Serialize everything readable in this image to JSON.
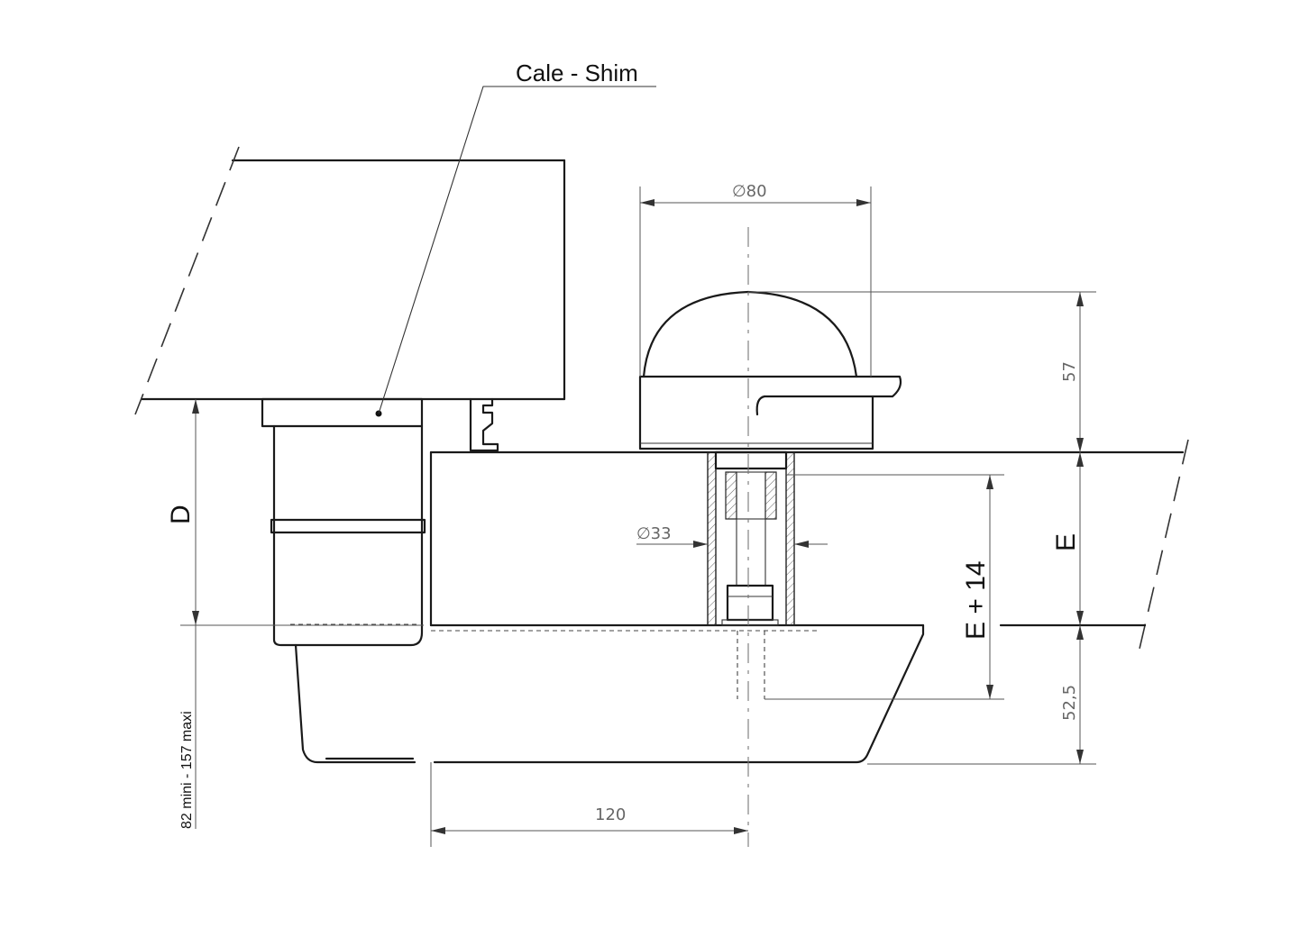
{
  "labels": {
    "callout": "Cale  -  Shim",
    "dim_d": "D",
    "dim_e_right": "E",
    "dim_e_plus_14": "E + 14",
    "dim_diameter_80": "∅80",
    "dim_diameter_33": "∅33",
    "dim_57": "57",
    "dim_52_5": "52,5",
    "dim_120": "120",
    "dim_range": "82  mini  -  157  maxi"
  }
}
